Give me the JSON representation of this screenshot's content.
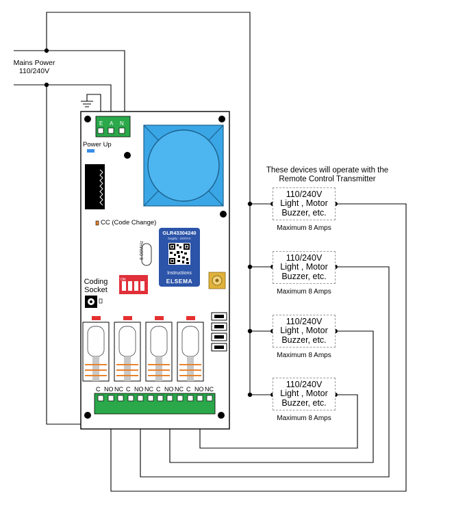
{
  "mains": {
    "label_line1": "Mains Power",
    "label_line2": "110/240V"
  },
  "terminal_block": {
    "labels": [
      "E",
      "A",
      "N"
    ]
  },
  "board": {
    "power_up_label": "Power Up",
    "cc_label": "CC (Code Change)",
    "coding_socket_line1": "Coding",
    "coding_socket_line2": "Socket",
    "chip_label": "8.00MHz",
    "dip_switch_label": "ON"
  },
  "receiver_badge": {
    "model": "GLR43304240",
    "supply": "Supply : 240VAC",
    "instructions": "Instructions",
    "brand": "ELSEMA"
  },
  "relay_terminals": {
    "labels": [
      "C",
      "NO",
      "NC",
      "C",
      "NO",
      "NC",
      "C",
      "NO",
      "NC",
      "C",
      "NO",
      "NC"
    ]
  },
  "devices_header": {
    "line1": "These  devices  will operate with  the",
    "line2": "Remote Control Transmitter"
  },
  "devices": [
    {
      "line1": "110/240V",
      "line2": "Light , Motor",
      "line3": "Buzzer, etc.",
      "rating": "Maximum 8 Amps"
    },
    {
      "line1": "110/240V",
      "line2": "Light , Motor",
      "line3": "Buzzer, etc.",
      "rating": "Maximum 8 Amps"
    },
    {
      "line1": "110/240V",
      "line2": "Light , Motor",
      "line3": "Buzzer, etc.",
      "rating": "Maximum 8 Amps"
    },
    {
      "line1": "110/240V",
      "line2": "Light , Motor",
      "line3": "Buzzer, etc.",
      "rating": "Maximum 8 Amps"
    }
  ],
  "colors": {
    "terminal_green": "#2aa84a",
    "transformer_blue": "#3aa6e6",
    "badge_blue": "#2c54a8",
    "dip_red": "#e0303a",
    "relay_orange": "#e8822a",
    "indicator_red": "#e53030",
    "led_blue": "#3a8ee8"
  }
}
